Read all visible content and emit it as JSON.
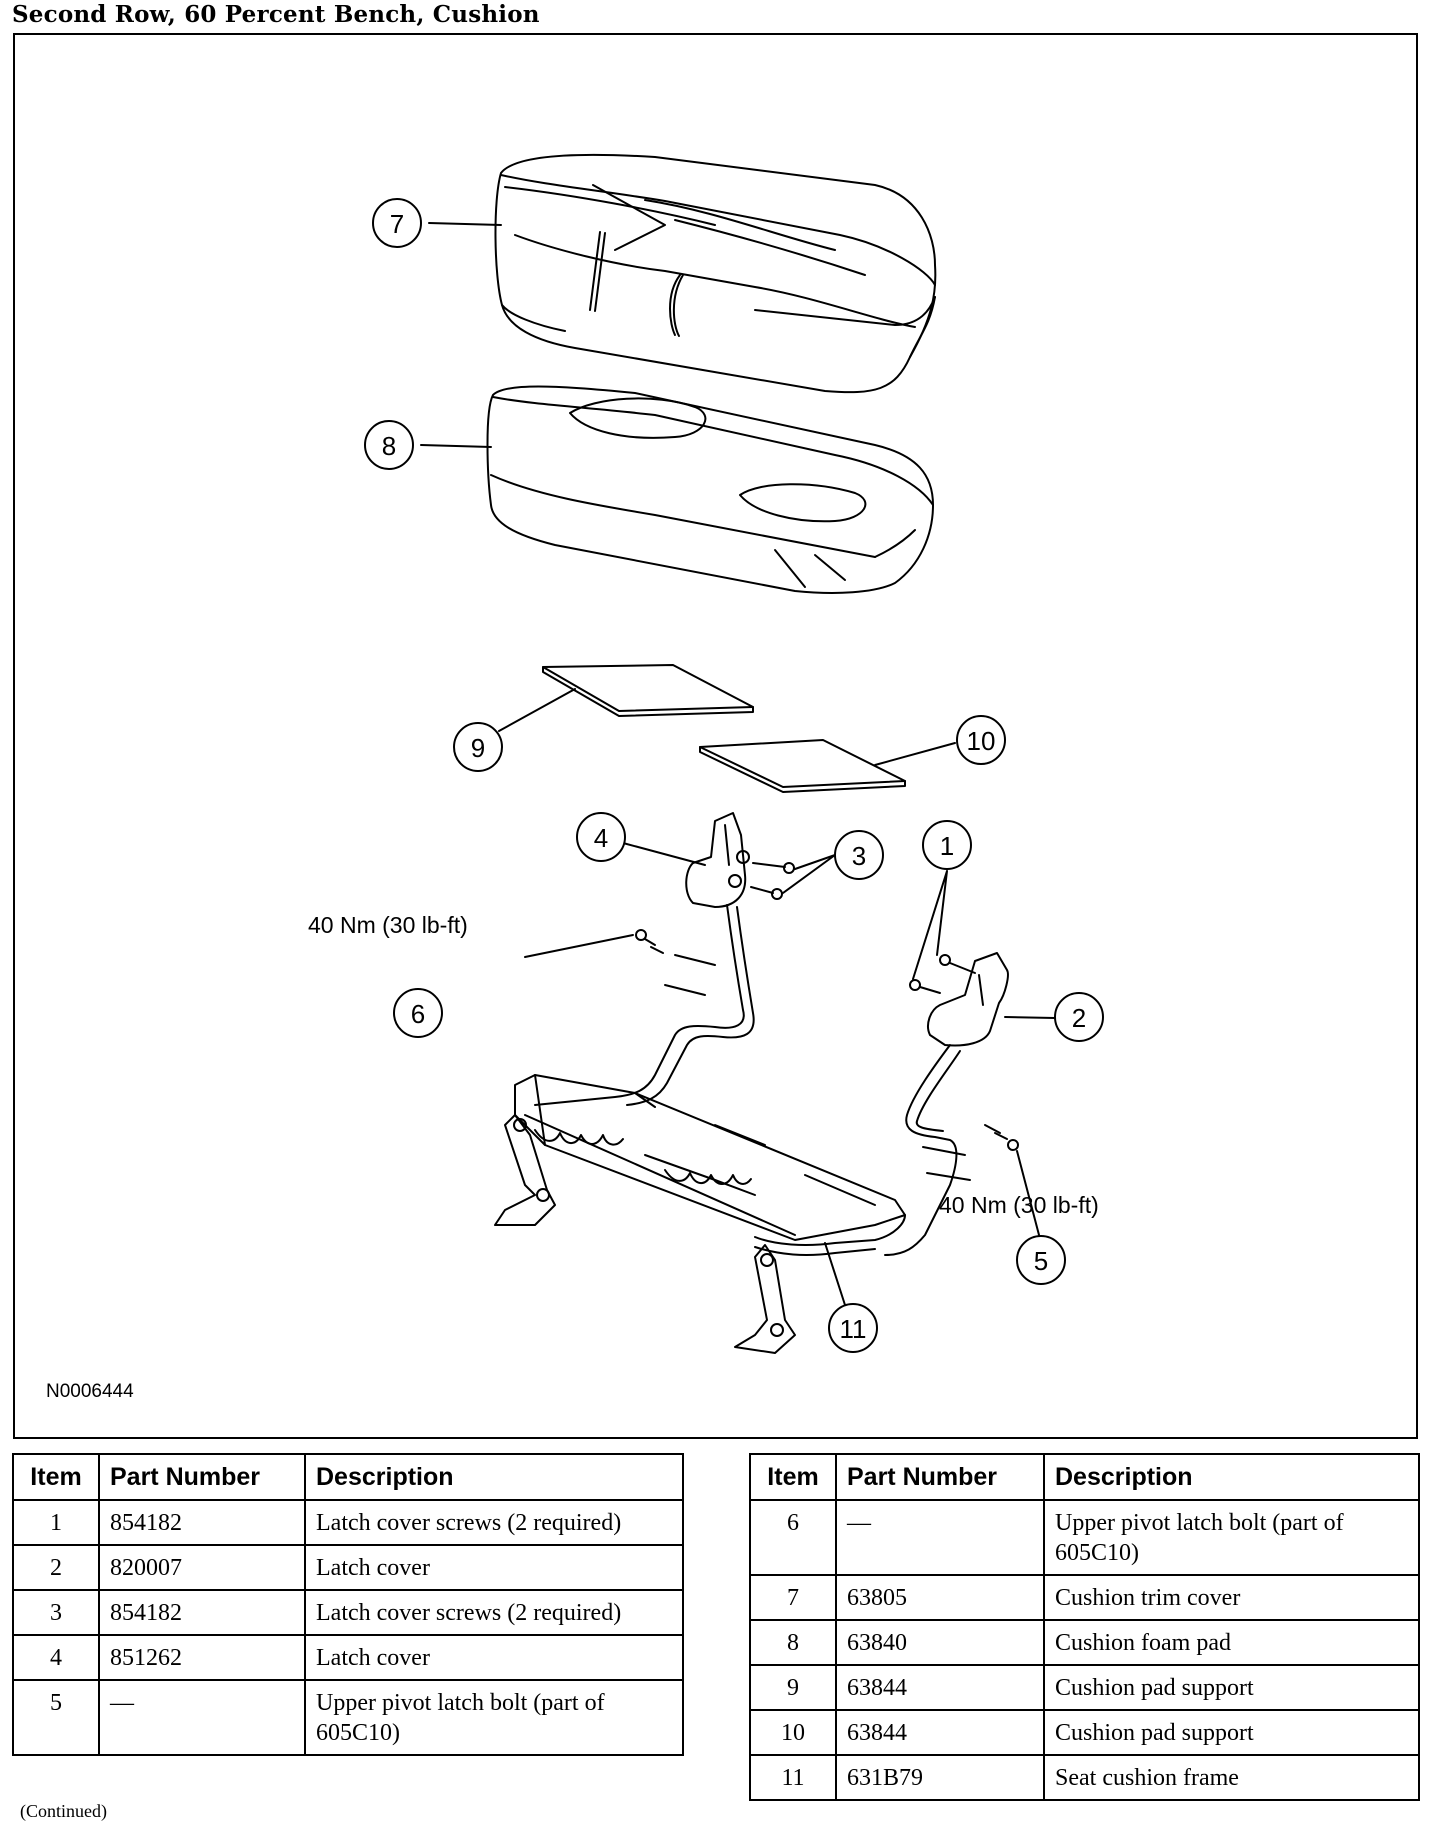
{
  "page": {
    "title": "Second Row, 60 Percent Bench, Cushion",
    "continued": "(Continued)"
  },
  "figure": {
    "code": "N0006444",
    "torque_6": "40 Nm (30 lb-ft)",
    "torque_5": "40 Nm (30 lb-ft)",
    "callouts": [
      "1",
      "2",
      "3",
      "4",
      "5",
      "6",
      "7",
      "8",
      "9",
      "10",
      "11"
    ]
  },
  "table_headers": {
    "item": "Item",
    "part_number": "Part Number",
    "description": "Description"
  },
  "parts_left": [
    {
      "item": "1",
      "part": "854182",
      "desc": "Latch cover screws (2 required)"
    },
    {
      "item": "2",
      "part": "820007",
      "desc": "Latch cover"
    },
    {
      "item": "3",
      "part": "854182",
      "desc": "Latch cover screws (2 required)"
    },
    {
      "item": "4",
      "part": "851262",
      "desc": "Latch cover"
    },
    {
      "item": "5",
      "part": "—",
      "desc": "Upper pivot latch bolt (part of 605C10)"
    }
  ],
  "parts_right": [
    {
      "item": "6",
      "part": "—",
      "desc": "Upper pivot latch bolt (part of 605C10)"
    },
    {
      "item": "7",
      "part": "63805",
      "desc": "Cushion trim cover"
    },
    {
      "item": "8",
      "part": "63840",
      "desc": "Cushion foam pad"
    },
    {
      "item": "9",
      "part": "63844",
      "desc": "Cushion pad support"
    },
    {
      "item": "10",
      "part": "63844",
      "desc": "Cushion pad support"
    },
    {
      "item": "11",
      "part": "631B79",
      "desc": "Seat cushion frame"
    }
  ]
}
